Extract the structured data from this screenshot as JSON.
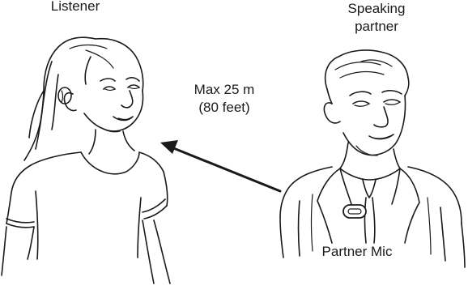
{
  "labels": {
    "listener": "Listener",
    "speaker_line1": "Speaking",
    "speaker_line2": "partner",
    "distance_line1": "Max 25 m",
    "distance_line2": "(80 feet)",
    "device": "Partner Mic"
  },
  "colors": {
    "line": "#1a1a1a",
    "background": "#ffffff",
    "mic_fill": "#ffffff"
  },
  "icons": {
    "listener": "woman-with-hearing-aid-illustration",
    "speaker": "man-in-suit-illustration",
    "direction": "arrow-left-icon",
    "device": "clip-microphone-icon"
  }
}
